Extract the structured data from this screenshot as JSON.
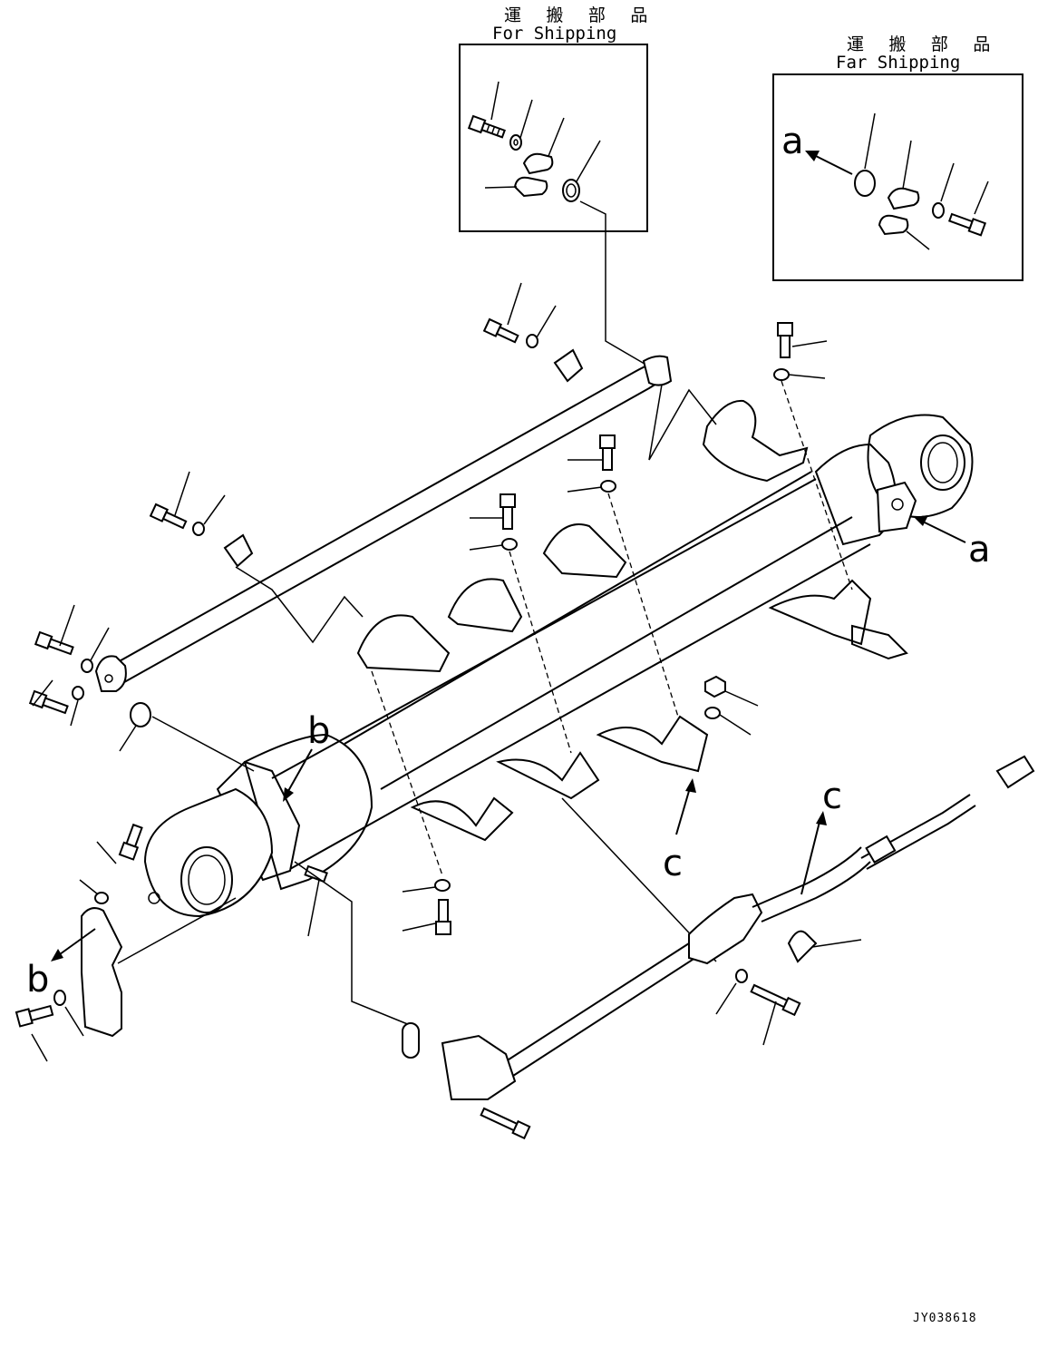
{
  "shipping_boxes": [
    {
      "title_jp": "運 搬 部 品",
      "title_en": "For Shipping"
    },
    {
      "title_jp": "運 搬 部 品",
      "title_en": "Far Shipping"
    }
  ],
  "view_labels": {
    "a_box": "a",
    "a_main": "a",
    "b_top": "b",
    "b_bottom": "b",
    "c_lower": "c",
    "c_upper": "c"
  },
  "drawing_code": "JY038618"
}
